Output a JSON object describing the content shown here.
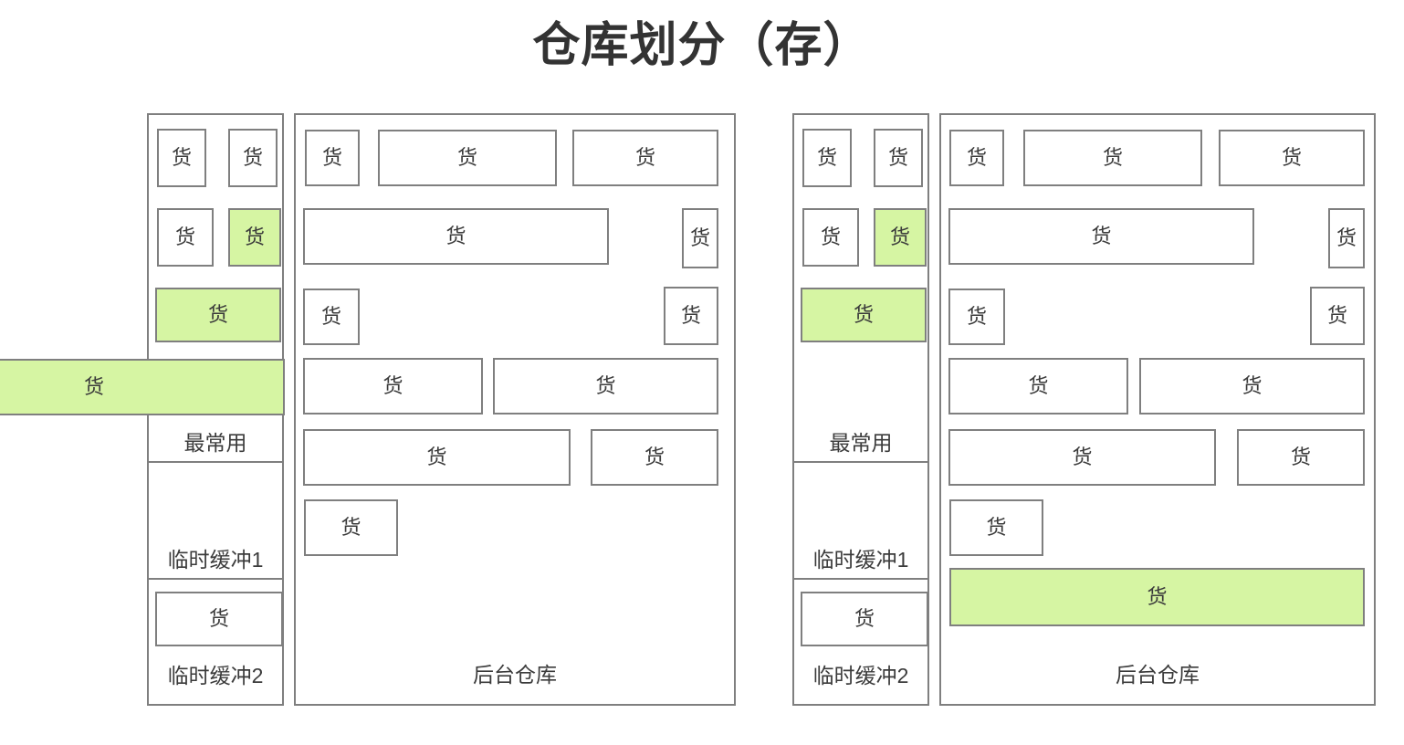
{
  "title": "仓库划分（存）",
  "labels": {
    "goods": "货",
    "most_used": "最常用",
    "temp_buffer_1": "临时缓冲1",
    "temp_buffer_2": "临时缓冲2",
    "backstage_warehouse": "后台仓库"
  },
  "colors": {
    "highlight_green": "#d6f5a3",
    "stroke": "#7f7f7f",
    "text": "#3b3b3b",
    "background": "#ffffff"
  },
  "diagrams": [
    {
      "name": "left-diagram",
      "front_zone": {
        "zones": [
          "最常用",
          "临时缓冲1",
          "临时缓冲2"
        ],
        "goods": [
          {
            "label": "货",
            "highlighted": false
          },
          {
            "label": "货",
            "highlighted": false
          },
          {
            "label": "货",
            "highlighted": false
          },
          {
            "label": "货",
            "highlighted": true
          },
          {
            "label": "货",
            "highlighted": true
          },
          {
            "label": "货",
            "highlighted": true,
            "overflow": true
          },
          {
            "label": "货",
            "highlighted": false
          }
        ]
      },
      "back_zone": {
        "zone": "后台仓库",
        "goods": [
          {
            "label": "货",
            "highlighted": false
          },
          {
            "label": "货",
            "highlighted": false
          },
          {
            "label": "货",
            "highlighted": false
          },
          {
            "label": "货",
            "highlighted": false
          },
          {
            "label": "货",
            "highlighted": false
          },
          {
            "label": "货",
            "highlighted": false
          },
          {
            "label": "货",
            "highlighted": false
          },
          {
            "label": "货",
            "highlighted": false
          },
          {
            "label": "货",
            "highlighted": false
          },
          {
            "label": "货",
            "highlighted": false
          },
          {
            "label": "货",
            "highlighted": false
          },
          {
            "label": "货",
            "highlighted": false
          }
        ]
      }
    },
    {
      "name": "right-diagram",
      "front_zone": {
        "zones": [
          "最常用",
          "临时缓冲1",
          "临时缓冲2"
        ],
        "goods": [
          {
            "label": "货",
            "highlighted": false
          },
          {
            "label": "货",
            "highlighted": false
          },
          {
            "label": "货",
            "highlighted": false
          },
          {
            "label": "货",
            "highlighted": true
          },
          {
            "label": "货",
            "highlighted": true
          },
          {
            "label": "货",
            "highlighted": false
          }
        ]
      },
      "back_zone": {
        "zone": "后台仓库",
        "goods": [
          {
            "label": "货",
            "highlighted": false
          },
          {
            "label": "货",
            "highlighted": false
          },
          {
            "label": "货",
            "highlighted": false
          },
          {
            "label": "货",
            "highlighted": false
          },
          {
            "label": "货",
            "highlighted": false
          },
          {
            "label": "货",
            "highlighted": false
          },
          {
            "label": "货",
            "highlighted": false
          },
          {
            "label": "货",
            "highlighted": false
          },
          {
            "label": "货",
            "highlighted": false
          },
          {
            "label": "货",
            "highlighted": false
          },
          {
            "label": "货",
            "highlighted": false
          },
          {
            "label": "货",
            "highlighted": true
          }
        ]
      }
    }
  ]
}
